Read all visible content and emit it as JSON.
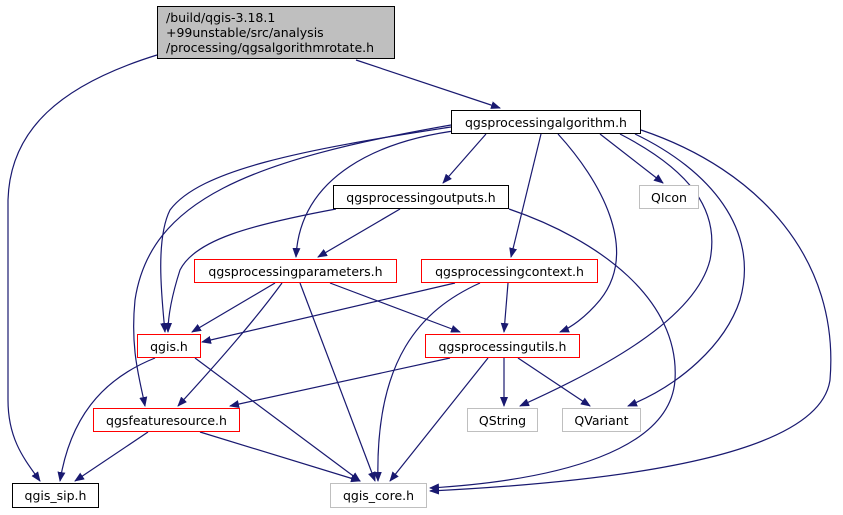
{
  "graph": {
    "type": "include-dependency-graph",
    "edge_color": "#191970",
    "root": {
      "lines": [
        "/build/qgis-3.18.1",
        "+99unstable/src/analysis",
        "/processing/qgsalgorithmrotate.h"
      ]
    },
    "nodes": [
      {
        "id": "algorithm",
        "label": "qgsprocessingalgorithm.h",
        "style": "black"
      },
      {
        "id": "outputs",
        "label": "qgsprocessingoutputs.h",
        "style": "black"
      },
      {
        "id": "qicon",
        "label": "QIcon",
        "style": "gray"
      },
      {
        "id": "parameters",
        "label": "qgsprocessingparameters.h",
        "style": "red"
      },
      {
        "id": "context",
        "label": "qgsprocessingcontext.h",
        "style": "red"
      },
      {
        "id": "qgis",
        "label": "qgis.h",
        "style": "red"
      },
      {
        "id": "utils",
        "label": "qgsprocessingutils.h",
        "style": "red"
      },
      {
        "id": "featuresource",
        "label": "qgsfeaturesource.h",
        "style": "red"
      },
      {
        "id": "qstring",
        "label": "QString",
        "style": "gray"
      },
      {
        "id": "qvariant",
        "label": "QVariant",
        "style": "gray"
      },
      {
        "id": "qgis_sip",
        "label": "qgis_sip.h",
        "style": "black"
      },
      {
        "id": "qgis_core",
        "label": "qgis_core.h",
        "style": "gray"
      }
    ],
    "edges": [
      [
        "root",
        "algorithm"
      ],
      [
        "root",
        "qgis_sip"
      ],
      [
        "algorithm",
        "outputs"
      ],
      [
        "algorithm",
        "qicon"
      ],
      [
        "algorithm",
        "parameters"
      ],
      [
        "algorithm",
        "context"
      ],
      [
        "algorithm",
        "qgis"
      ],
      [
        "algorithm",
        "utils"
      ],
      [
        "algorithm",
        "featuresource"
      ],
      [
        "algorithm",
        "qstring"
      ],
      [
        "algorithm",
        "qvariant"
      ],
      [
        "algorithm",
        "qgis_core"
      ],
      [
        "outputs",
        "parameters"
      ],
      [
        "outputs",
        "qgis"
      ],
      [
        "outputs",
        "qgis_core"
      ],
      [
        "parameters",
        "qgis"
      ],
      [
        "parameters",
        "featuresource"
      ],
      [
        "parameters",
        "utils"
      ],
      [
        "parameters",
        "qgis_core"
      ],
      [
        "context",
        "qgis"
      ],
      [
        "context",
        "utils"
      ],
      [
        "context",
        "qgis_core"
      ],
      [
        "qgis",
        "qgis_sip"
      ],
      [
        "qgis",
        "qgis_core"
      ],
      [
        "utils",
        "featuresource"
      ],
      [
        "utils",
        "qstring"
      ],
      [
        "utils",
        "qvariant"
      ],
      [
        "utils",
        "qgis_core"
      ],
      [
        "featuresource",
        "qgis_sip"
      ],
      [
        "featuresource",
        "qgis_core"
      ]
    ]
  }
}
